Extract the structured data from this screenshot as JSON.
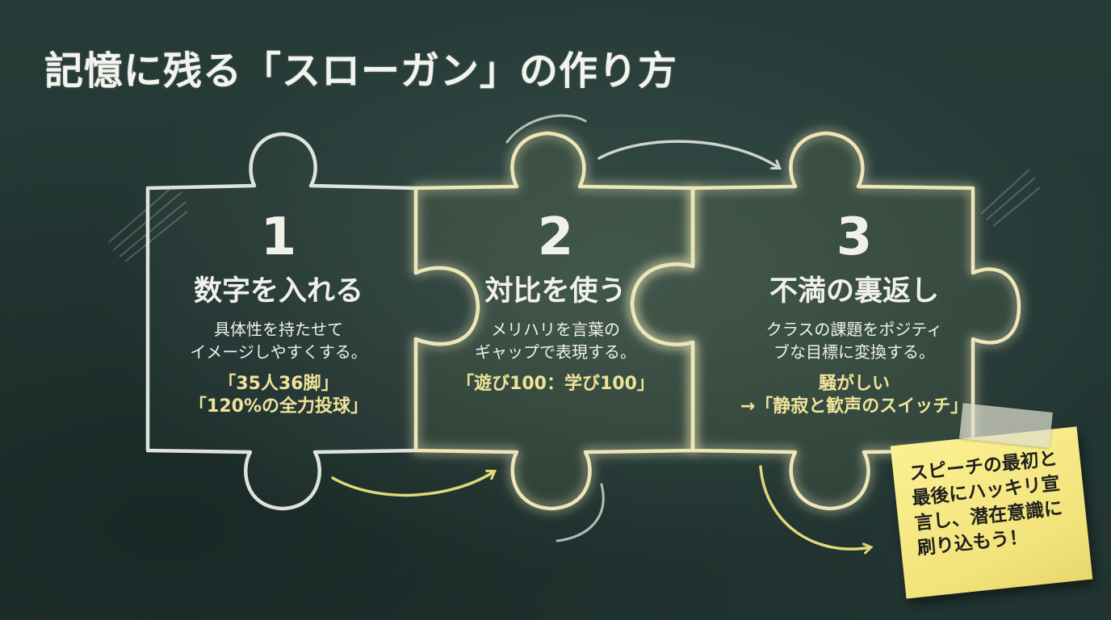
{
  "title": "記憶に残る「スローガン」の作り方",
  "colors": {
    "chalk": "#f1f1ea",
    "highlight": "#efe39a",
    "board": "#233733",
    "note": "#f4e57f"
  },
  "steps": [
    {
      "number": "1",
      "heading": "数字を入れる",
      "desc1": "具体性を持たせて",
      "desc2": "イメージしやすくする。",
      "ex1": "「35人36脚」",
      "ex2": "「120%の全力投球」"
    },
    {
      "number": "2",
      "heading": "対比を使う",
      "desc1": "メリハリを言葉の",
      "desc2": "ギャップで表現する。",
      "ex1": "「遊び100：学び100」"
    },
    {
      "number": "3",
      "heading": "不満の裏返し",
      "desc1": "クラスの課題をポジティ",
      "desc2": "ブな目標に変換する。",
      "ex1": "騒がしい",
      "ex2": "→「静寂と歓声のスイッチ」"
    }
  ],
  "note": {
    "line1": "スピーチの最初と",
    "line2": "最後にハッキリ宣",
    "line3": "言し、潜在意識に",
    "line4": "刷り込もう！"
  }
}
